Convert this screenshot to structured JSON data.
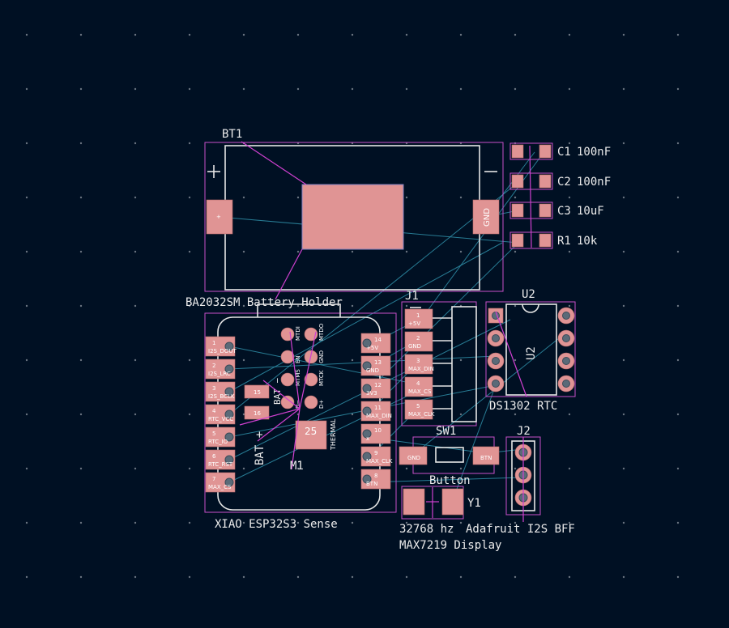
{
  "colors": {
    "background": "#001023",
    "pad": "#e09494",
    "silkscreen": "#e6e6e6",
    "courtyard": "#c84fc8",
    "ratsnest": "#2f8fa8"
  },
  "bt1": {
    "ref": "BT1",
    "value": "BA2032SM Battery Holder",
    "plus": "+",
    "minus": "−",
    "pad_plus": "+",
    "pad_gnd": "GND"
  },
  "c1": {
    "ref": "C1",
    "value": "100nF"
  },
  "c2": {
    "ref": "C2",
    "value": "100nF"
  },
  "c3": {
    "ref": "C3",
    "value": "10uF"
  },
  "r1": {
    "ref": "R1",
    "value": "10k"
  },
  "m1": {
    "ref": "M1",
    "value": "XIAO ESP32S3 Sense",
    "bat_minus": "BAT −",
    "bat_plus": "BAT +",
    "thermal": "THERMAL",
    "thermal_pad": "25",
    "left_pins": [
      {
        "n": "1",
        "net": "I2S_DOUT"
      },
      {
        "n": "2",
        "net": "I2S_LRC"
      },
      {
        "n": "3",
        "net": "I2S_BCLK"
      },
      {
        "n": "4",
        "net": "RTC_VCC"
      },
      {
        "n": "5",
        "net": "RTC_IO"
      },
      {
        "n": "6",
        "net": "RTC_RST"
      },
      {
        "n": "7",
        "net": "MAX_CS"
      }
    ],
    "right_pins": [
      {
        "n": "14",
        "net": "+5V"
      },
      {
        "n": "13",
        "net": "GND"
      },
      {
        "n": "12",
        "net": "3V3"
      },
      {
        "n": "11",
        "net": "MAX_DIN"
      },
      {
        "n": "10",
        "net": "x"
      },
      {
        "n": "9",
        "net": "MAX_CLK"
      },
      {
        "n": "8",
        "net": "BTN"
      }
    ],
    "center_labels": [
      "MTDI",
      "MTDO",
      "EN",
      "GND",
      "MTMS",
      "MTCK",
      "D−",
      "D+"
    ],
    "bat_pads": [
      "15",
      "16"
    ]
  },
  "j1": {
    "ref": "J1",
    "value": "MAX7219 Display",
    "pins": [
      {
        "n": "1",
        "net": "+5V"
      },
      {
        "n": "2",
        "net": "GND"
      },
      {
        "n": "3",
        "net": "MAX_DIN"
      },
      {
        "n": "4",
        "net": "MAX_CS"
      },
      {
        "n": "5",
        "net": "MAX_CLK"
      }
    ]
  },
  "u2": {
    "ref": "U2",
    "value": "DS1302 RTC"
  },
  "sw1": {
    "ref": "SW1",
    "value": "Button",
    "pad1": "GND",
    "pad2": "BTN"
  },
  "y1": {
    "ref": "Y1",
    "value": "32768 hz"
  },
  "j2": {
    "ref": "J2",
    "value": "Adafruit I2S BFF"
  }
}
